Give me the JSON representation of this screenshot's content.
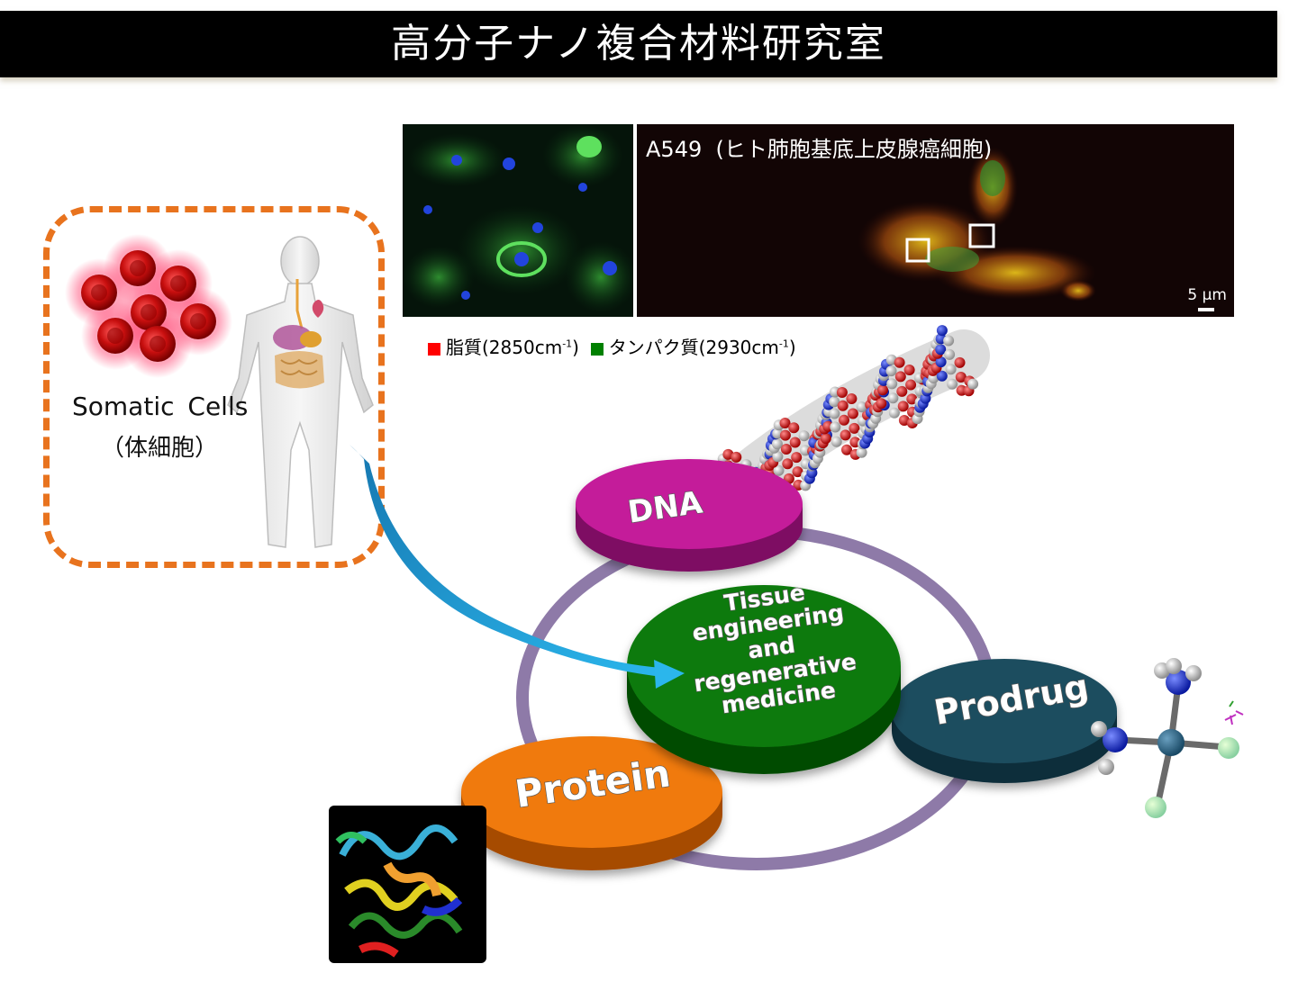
{
  "header": {
    "title": "高分子ナノ複合材料研究室"
  },
  "micrograph": {
    "cell_label": "A549",
    "cell_description": "(ヒト肺胞基底上皮腺癌細胞)",
    "scale_bar": "5 μm"
  },
  "legend": {
    "lipid_label": "脂質(2850cm",
    "lipid_close": ")",
    "protein_label": "タンパク質(2930cm",
    "protein_close": ")",
    "superscript": "-1",
    "lipid_color": "#ff0000",
    "protein_color": "#008000"
  },
  "somatic": {
    "label_en": "Somatic Cells",
    "label_jp": "（体細胞）"
  },
  "disks": {
    "dna": "DNA",
    "tissue_lines": [
      "Tissue",
      "engineering",
      "and",
      "regenerative",
      "medicine"
    ],
    "prodrug": "Prodrug",
    "protein": "Protein"
  },
  "colors": {
    "orange_dash": "#e8731e",
    "dna_disk": "#c41a9a",
    "tissue_disk": "#0a7a0a",
    "prodrug_disk": "#1f4d5f",
    "protein_disk": "#f07a0a",
    "ring": "#8e7aa8",
    "arrow": "#1aa0dc"
  }
}
